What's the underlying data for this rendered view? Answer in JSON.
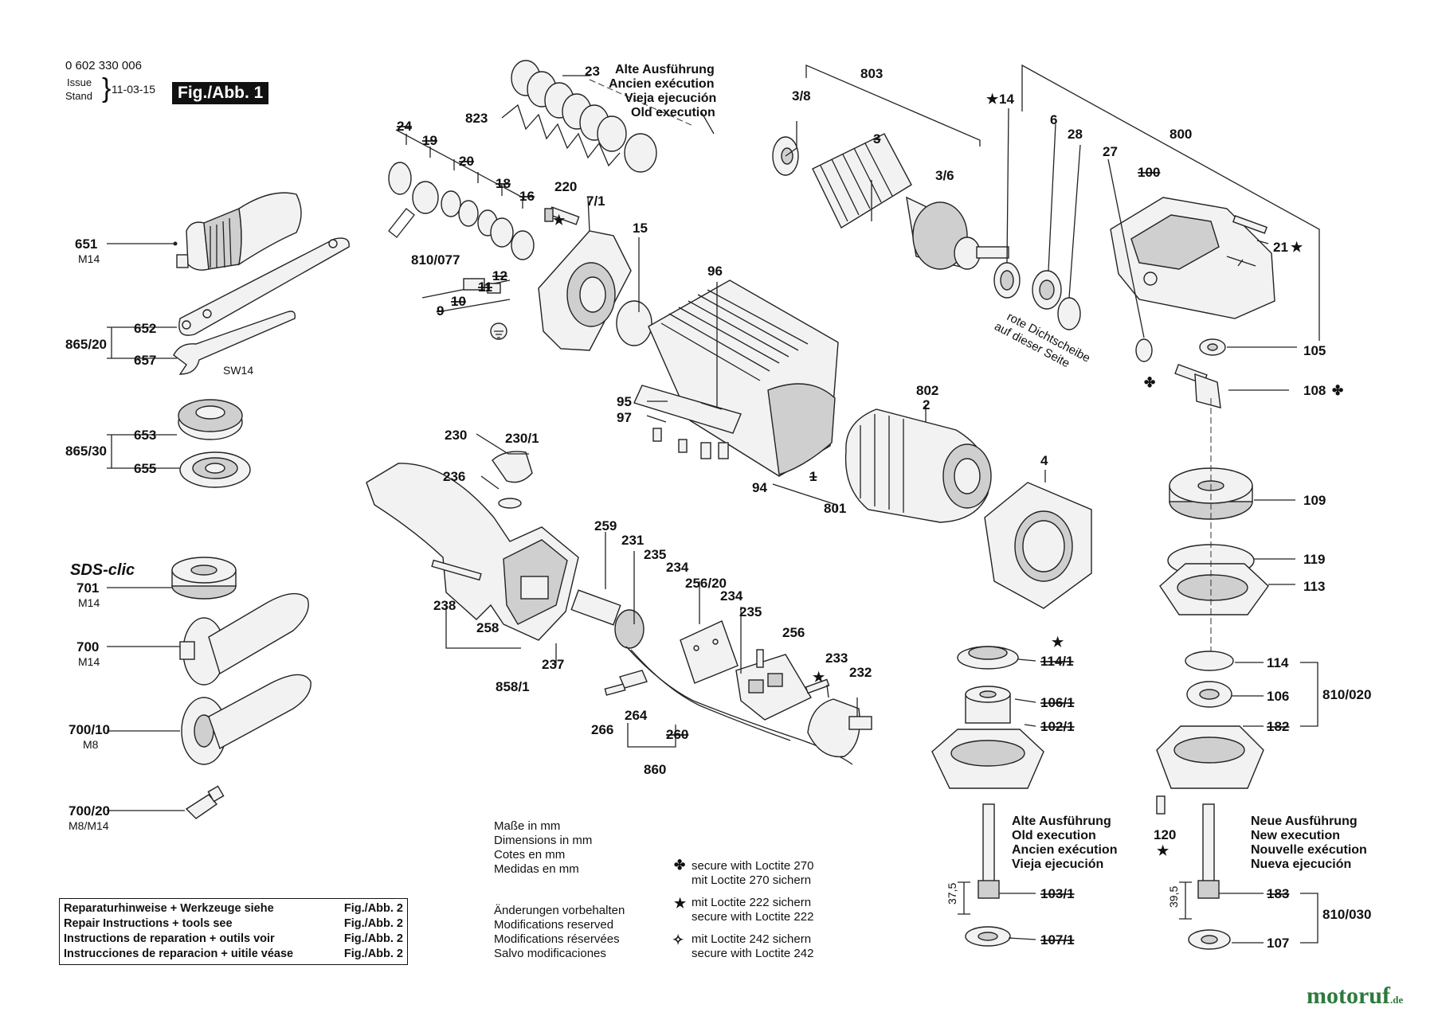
{
  "header": {
    "part_number": "0 602 330 006",
    "issue_label": "Issue",
    "stand_label": "Stand",
    "date": "11-03-15",
    "figure": "Fig./Abb. 1"
  },
  "old_execution_top": [
    "Alte Ausführung",
    "Ancien exécution",
    "Vieja ejecución",
    "Old execution"
  ],
  "labels": {
    "l23": "23",
    "l24": "24",
    "l19": "19",
    "l823": "823",
    "l20": "20",
    "l18": "18",
    "l16": "16",
    "l220": "220",
    "l7_1": "7/1",
    "l810_077": "810/077",
    "l12": "12",
    "l11": "11",
    "l10": "10",
    "l9": "9",
    "l15": "15",
    "l96": "96",
    "l95": "95",
    "l97": "97",
    "l94": "94",
    "l1": "1",
    "l801": "801",
    "l803": "803",
    "l3_8": "3/8",
    "l3": "3",
    "l3_6": "3/6",
    "l14": "14",
    "l6": "6",
    "l28": "28",
    "l27": "27",
    "l800": "800",
    "l100": "100",
    "l21": "21",
    "l105": "105",
    "l108": "108",
    "l802": "802",
    "l2": "2",
    "l4": "4",
    "l109": "109",
    "l119": "119",
    "l113": "113",
    "l230": "230",
    "l230_1": "230/1",
    "l236": "236",
    "l259": "259",
    "l231": "231",
    "l235a": "235",
    "l234a": "234",
    "l256_20": "256/20",
    "l234b": "234",
    "l235b": "235",
    "l256": "256",
    "l233": "233",
    "l232": "232",
    "l238": "238",
    "l258": "258",
    "l237": "237",
    "l858_1": "858/1",
    "l266": "266",
    "l264": "264",
    "l260": "260",
    "l860": "860",
    "l114_1": "114/1",
    "l106_1": "106/1",
    "l102_1": "102/1",
    "l103_1": "103/1",
    "l107_1": "107/1",
    "l114": "114",
    "l106": "106",
    "l182": "182",
    "l810_020": "810/020",
    "l120": "120",
    "l183": "183",
    "l810_030": "810/030",
    "l107": "107",
    "l651": "651",
    "l652": "652",
    "l865_20": "865/20",
    "l657": "657",
    "l653": "653",
    "l865_30": "865/30",
    "l655": "655",
    "l701": "701",
    "l700": "700",
    "l700_10": "700/10",
    "l700_20": "700/20",
    "m14a": "M14",
    "sw14": "SW14",
    "m14b": "M14",
    "m14c": "M14",
    "m8": "M8",
    "m8m14": "M8/M14",
    "dim37": "37,5",
    "dim39": "39,5"
  },
  "sds_clic": "SDS-clic",
  "seal_note": [
    "rote Dichtscheibe",
    "auf dieser Seite"
  ],
  "dimensions_note": [
    "Maße in mm",
    "Dimensions in mm",
    "Cotes en mm",
    "Medidas en mm"
  ],
  "modifications_note": [
    "Änderungen vorbehalten",
    "Modifications reserved",
    "Modifications réservées",
    "Salvo modificaciones"
  ],
  "loctite": [
    {
      "symbol": "✤",
      "lines": [
        "secure with Loctite 270",
        "mit Loctite 270 sichern"
      ]
    },
    {
      "symbol": "★",
      "lines": [
        "mit Loctite 222 sichern",
        "secure with Loctite 222"
      ]
    },
    {
      "symbol": "✧",
      "lines": [
        "mit Loctite 242 sichern",
        "secure with Loctite 242"
      ]
    }
  ],
  "old_execution_bottom": [
    "Alte Ausführung",
    "Old execution",
    "Ancien exécution",
    "Vieja ejecución"
  ],
  "new_execution": [
    "Neue Ausführung",
    "New execution",
    "Nouvelle exécution",
    "Nueva ejecución"
  ],
  "repair_table": [
    {
      "text": "Reparaturhinweise + Werkzeuge siehe",
      "ref": "Fig./Abb. 2"
    },
    {
      "text": "Repair Instructions + tools see",
      "ref": "Fig./Abb. 2"
    },
    {
      "text": "Instructions de reparation + outils voir",
      "ref": "Fig./Abb. 2"
    },
    {
      "text": "Instrucciones de reparacion + uitile véase",
      "ref": "Fig./Abb. 2"
    }
  ],
  "watermark": {
    "main": "motoruf",
    "suffix": ".de"
  },
  "colors": {
    "ink": "#111111",
    "watermark": "#2c7a3c"
  }
}
